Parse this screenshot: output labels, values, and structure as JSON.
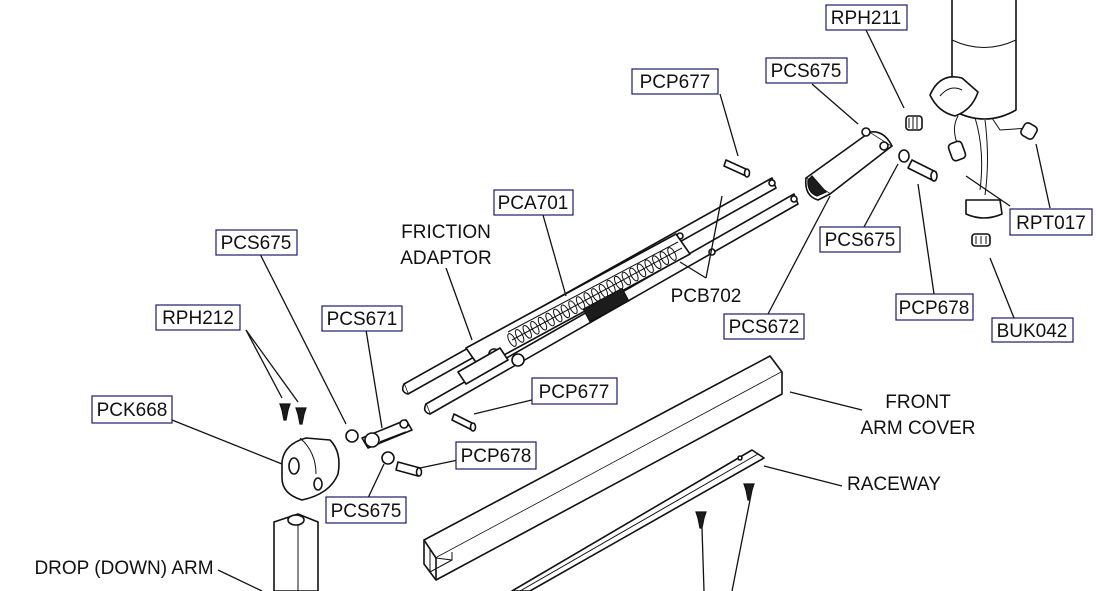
{
  "labels": {
    "rph211": "RPH211",
    "pcs675_top": "PCS675",
    "pcp677_top": "PCP677",
    "pca701": "PCA701",
    "friction_adaptor_1": "FRICTION",
    "friction_adaptor_2": "ADAPTOR",
    "pcs675_left": "PCS675",
    "rph212": "RPH212",
    "pcs671": "PCS671",
    "pcb702": "PCB702",
    "pcs672": "PCS672",
    "pcs675_right": "PCS675",
    "rpt017": "RPT017",
    "pcp678_right": "PCP678",
    "buk042": "BUK042",
    "pcp677_mid": "PCP677",
    "pck668": "PCK668",
    "pcp678_left": "PCP678",
    "pcs675_bottom": "PCS675",
    "front_arm_cover_1": "FRONT",
    "front_arm_cover_2": "ARM COVER",
    "raceway": "RACEWAY",
    "drop_down_arm": "DROP (DOWN) ARM"
  }
}
